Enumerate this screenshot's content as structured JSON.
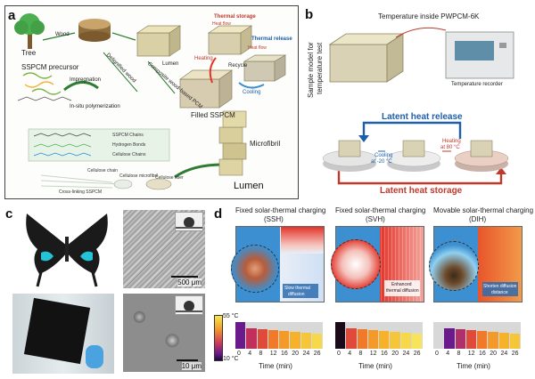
{
  "panels": {
    "a": {
      "label": "a",
      "tree": "Tree",
      "wood": "Wood",
      "delignified": "Delignified wood",
      "precursor": "SSPCM precursor",
      "impregnation": "Impregnation",
      "insitu": "In-situ polymerization",
      "composite": "Composite wood-based PCM",
      "lumen_small": "Lumen",
      "thermal_storage": "Thermal storage",
      "thermal_release": "Thermal release",
      "heating": "Heating",
      "cooling": "Cooling",
      "recycle": "Recycle",
      "heat_flow_1": "Heat flow",
      "heat_flow_2": "Heat flow",
      "filled": "Filled SSPCM",
      "microfibril": "Microfibril",
      "lumen_big": "Lumen",
      "legend_sspcm": "SSPCM Chains",
      "legend_h": "Hydrogen Bonds",
      "legend_cell": "Cellulose Chains",
      "cellulose_chain": "Cellulose chain",
      "cellulose_microfibril": "Cellulose microfibril",
      "cellulose_fiber": "Cellulose fiber",
      "crosslink": "Cross-linking SSPCM"
    },
    "b": {
      "label": "b",
      "temp_inside": "Temperature inside PWPCM-6K",
      "sample_model": "Sample model for",
      "temp_test": "temperature test",
      "recorder": "Temperature recorder",
      "release": "Latent heat release",
      "storage": "Latent heat storage",
      "cooling_1": "Cooling",
      "cooling_2": "at -20 °C",
      "heating_1": "Heating",
      "heating_2": "at 80 °C"
    },
    "c": {
      "label": "c",
      "scale_1": "500 μm",
      "scale_2": "10 μm"
    },
    "d": {
      "label": "d",
      "title_1a": "Fixed solar-thermal charging",
      "title_1b": "(SSH)",
      "title_2a": "Fixed solar-thermal charging",
      "title_2b": "(SVH)",
      "title_3a": "Movable solar-thermal charging",
      "title_3b": "(DIH)",
      "note_1a": "Slow thermal",
      "note_1b": "diffusion",
      "note_2a": "Enhanced",
      "note_2b": "thermal diffusion",
      "note_3a": "Shorten diffusion",
      "note_3b": "distance",
      "cbar_max": "55 °C",
      "cbar_min": "10 °C",
      "ticks": [
        "0",
        "4",
        "8",
        "12",
        "16",
        "20",
        "24",
        "26"
      ],
      "xlabel": "Time (min)"
    }
  },
  "colors": {
    "green": "#2e7d32",
    "blue_arrow": "#1f5fa8",
    "red_arrow": "#c0392b",
    "heat_red": "#e2352a",
    "cool_blue": "#3c8fd0"
  }
}
